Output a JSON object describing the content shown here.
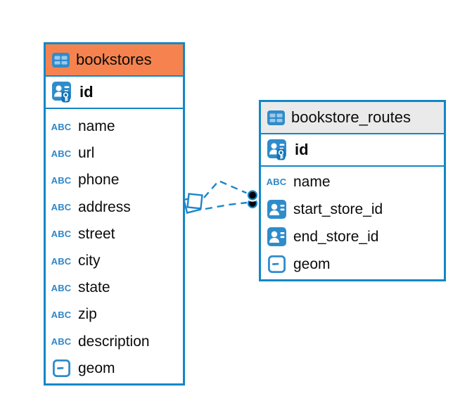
{
  "colors": {
    "table_border": "#1287C7",
    "line_blue": "#1C86C8",
    "orange_header": "#F6834F",
    "gray_header": "#EAEAEA",
    "icon_blue": "#2F8CCB",
    "icon_cell": "#9DC9E9",
    "key_badge": "#1273B8",
    "abc_blue": "#2E86C8",
    "dot_black": "#000000",
    "text": "#0B0B0B"
  },
  "icons": {
    "text_type_label": "ABC"
  },
  "tables": [
    {
      "name": "bookstores",
      "primary_key": {
        "label": "id"
      },
      "fields": [
        {
          "label": "name",
          "type": "text"
        },
        {
          "label": "url",
          "type": "text"
        },
        {
          "label": "phone",
          "type": "text"
        },
        {
          "label": "address",
          "type": "text"
        },
        {
          "label": "street",
          "type": "text"
        },
        {
          "label": "city",
          "type": "text"
        },
        {
          "label": "state",
          "type": "text"
        },
        {
          "label": "zip",
          "type": "text"
        },
        {
          "label": "description",
          "type": "text"
        },
        {
          "label": "geom",
          "type": "geometry"
        }
      ]
    },
    {
      "name": "bookstore_routes",
      "primary_key": {
        "label": "id"
      },
      "fields": [
        {
          "label": "name",
          "type": "text"
        },
        {
          "label": "start_store_id",
          "type": "reference"
        },
        {
          "label": "end_store_id",
          "type": "reference"
        },
        {
          "label": "geom",
          "type": "geometry"
        }
      ]
    }
  ],
  "relationship": {
    "from_table": "bookstores",
    "to_table": "bookstore_routes",
    "style": "dashed",
    "many_marker": "stacked-squares",
    "one_marker": "double-dot"
  }
}
